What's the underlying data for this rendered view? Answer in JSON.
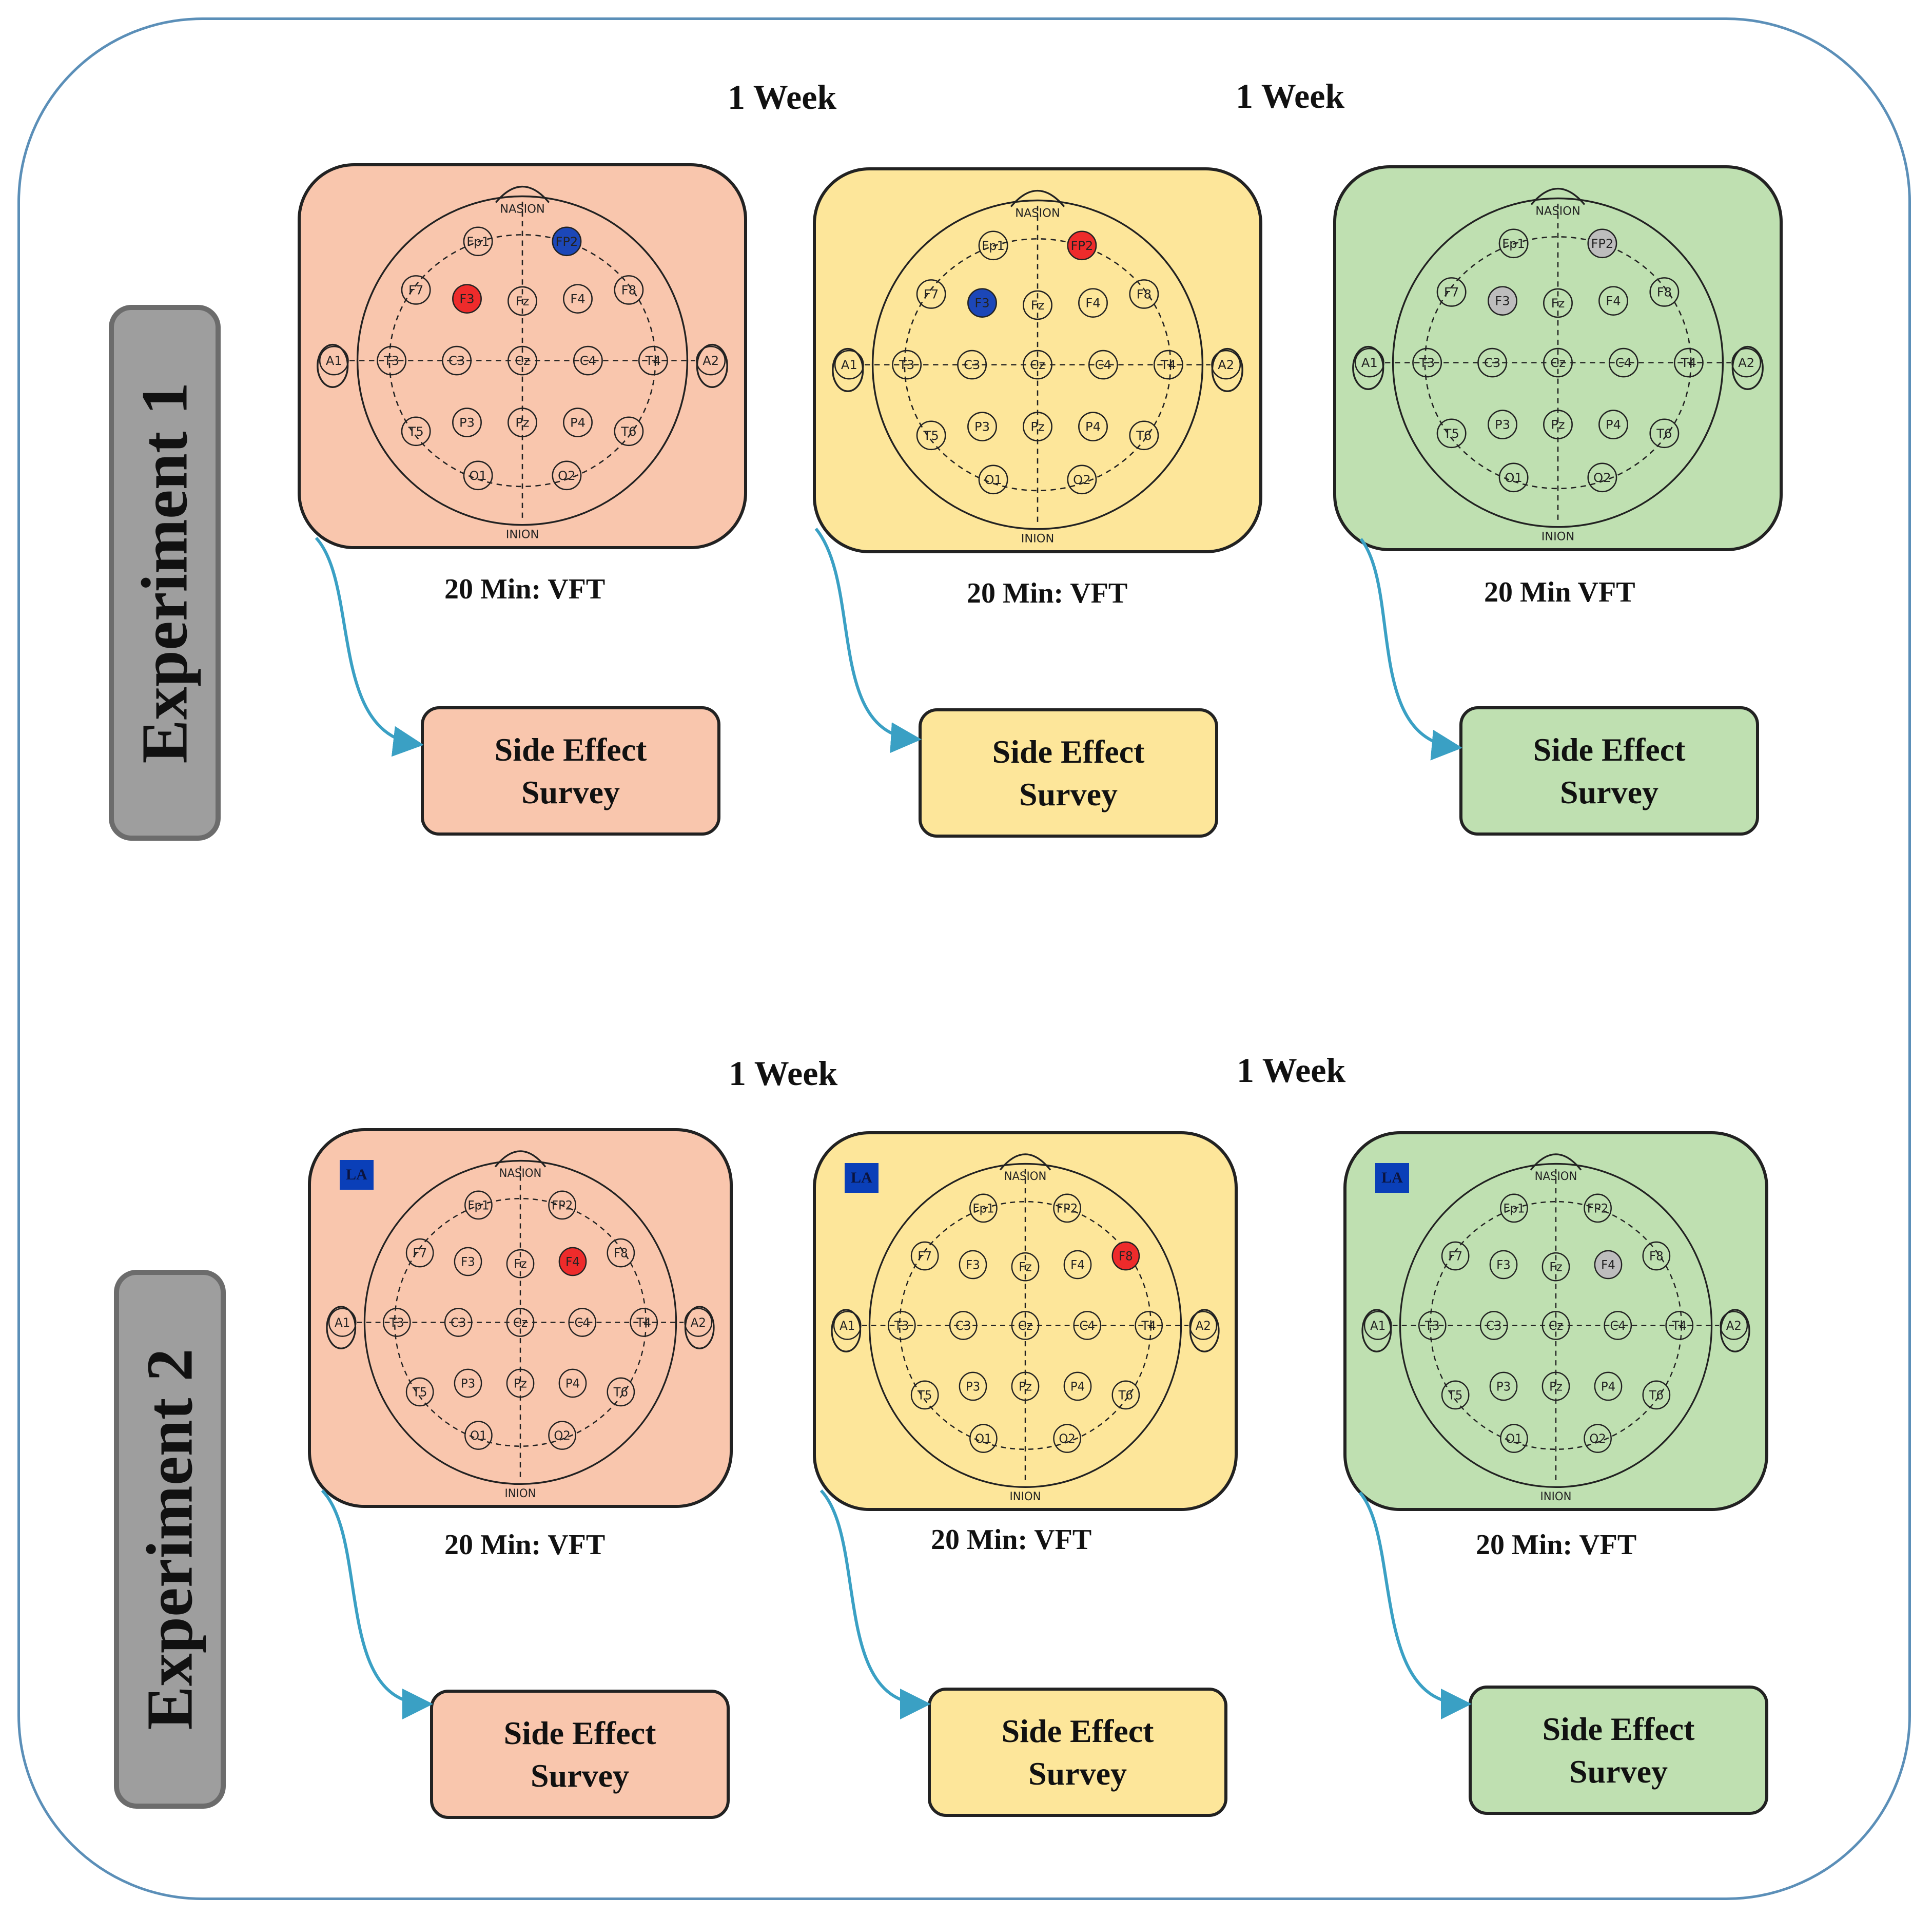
{
  "colors": {
    "salmon": "#f9c6ad",
    "yellow": "#fde69a",
    "green": "#bfe0b1",
    "anode_red": "#ee2b2b",
    "cathode_blue": "#1c47b8",
    "sham_gray": "#bdbdbd",
    "arrow": "#3aa0c4"
  },
  "electrode_labels": [
    "Fp1",
    "FP2",
    "F7",
    "F3",
    "Fz",
    "F4",
    "F8",
    "A1",
    "T3",
    "C3",
    "Cz",
    "C4",
    "T4",
    "A2",
    "T5",
    "P3",
    "Pz",
    "P4",
    "T6",
    "O1",
    "O2"
  ],
  "landmarks": {
    "top": "NASION",
    "bottom": "INION"
  },
  "experiments": [
    {
      "label": "Experiment 1",
      "intervals": [
        "1 Week",
        "1 Week"
      ],
      "sessions": [
        {
          "color": "salmon",
          "caption": "20 Min: VFT",
          "survey": [
            "Side Effect",
            "Survey"
          ],
          "la": "",
          "highlights": {
            "FP2": "cathode_blue",
            "F3": "anode_red"
          }
        },
        {
          "color": "yellow",
          "caption": "20 Min: VFT",
          "survey": [
            "Side Effect",
            "Survey"
          ],
          "la": "",
          "highlights": {
            "FP2": "anode_red",
            "F3": "cathode_blue"
          }
        },
        {
          "color": "green",
          "caption": "20 Min VFT",
          "survey": [
            "Side Effect",
            "Survey"
          ],
          "la": "",
          "highlights": {
            "FP2": "sham_gray",
            "F3": "sham_gray"
          }
        }
      ]
    },
    {
      "label": "Experiment 2",
      "intervals": [
        "1 Week",
        "1 Week"
      ],
      "sessions": [
        {
          "color": "salmon",
          "caption": "20 Min: VFT",
          "survey": [
            "Side Effect",
            "Survey"
          ],
          "la": "LA",
          "highlights": {
            "F4": "anode_red"
          }
        },
        {
          "color": "yellow",
          "caption": "20 Min: VFT",
          "survey": [
            "Side Effect",
            "Survey"
          ],
          "la": "LA",
          "highlights": {
            "F8": "anode_red"
          }
        },
        {
          "color": "green",
          "caption": "20 Min: VFT",
          "survey": [
            "Side Effect",
            "Survey"
          ],
          "la": "LA",
          "highlights": {
            "F4": "sham_gray"
          }
        }
      ]
    }
  ]
}
